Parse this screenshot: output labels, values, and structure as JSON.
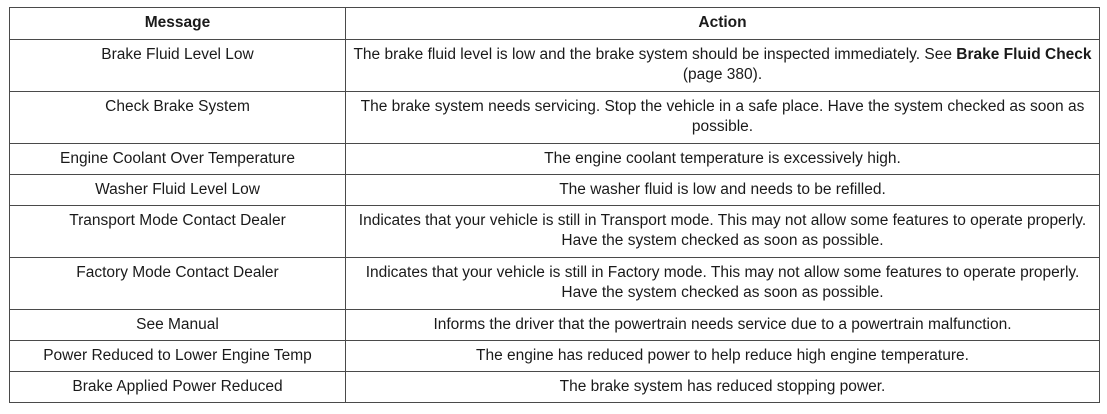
{
  "headers": {
    "message": "Message",
    "action": "Action"
  },
  "rows": [
    {
      "message": "Brake Fluid Level Low",
      "action": "The brake fluid level is low and the brake system should be inspected immediately.  See ",
      "action_bold": "Brake Fluid Check",
      "action_after": " (page 380)."
    },
    {
      "message": "Check Brake System",
      "action": "The brake system needs servicing. Stop the vehicle in a safe place. Have the system checked as soon as possible."
    },
    {
      "message": "Engine Coolant Over Temperature",
      "action": "The engine coolant temperature is excessively high."
    },
    {
      "message": "Washer Fluid Level Low",
      "action": "The washer fluid is low and needs to be refilled."
    },
    {
      "message": "Transport Mode Contact Dealer",
      "action": "Indicates that your vehicle is still in Transport mode. This may not allow some features to operate properly. Have the system checked as soon as possible."
    },
    {
      "message": "Factory Mode Contact Dealer",
      "action": "Indicates that your vehicle is still in Factory mode. This may not allow some features to operate properly. Have the system checked as soon as possible."
    },
    {
      "message": "See Manual",
      "action": "Informs the driver that the powertrain needs service due to a powertrain malfunction."
    },
    {
      "message": "Power Reduced to Lower Engine Temp",
      "action": "The engine has reduced power to help reduce high engine temperature."
    },
    {
      "message": "Brake Applied Power Reduced",
      "action": "The brake system has reduced stopping power."
    }
  ]
}
